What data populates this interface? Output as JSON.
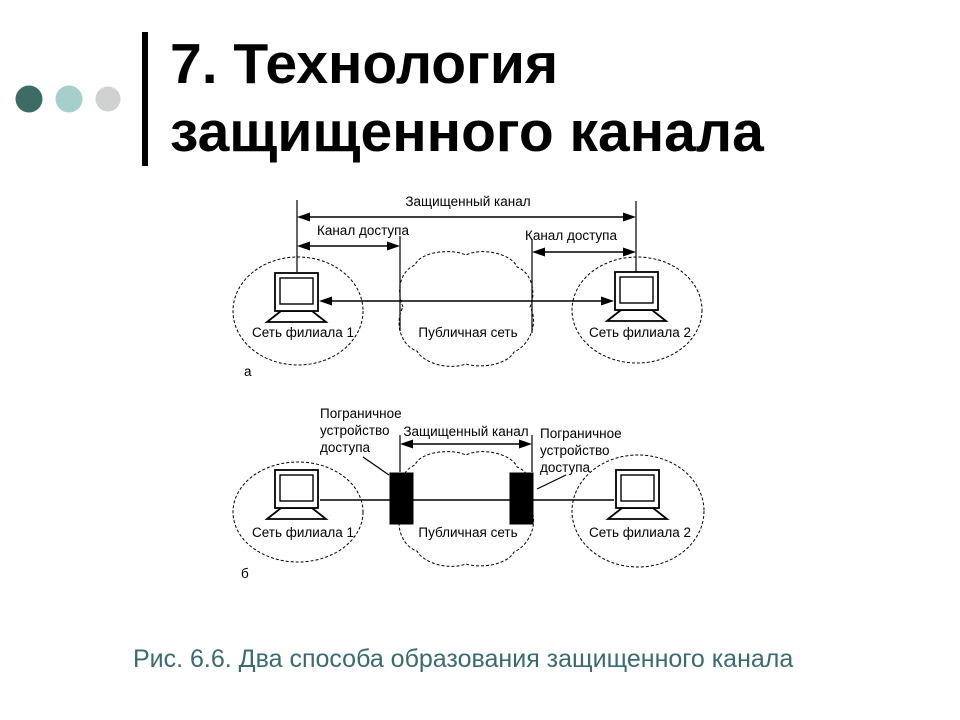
{
  "theme": {
    "background": "#FFFFFF",
    "line_color": "#000000",
    "caption_color": "#3A6B6E",
    "dot_colors": [
      "#3D6C67",
      "#A6CFCC",
      "#CFD2D1"
    ]
  },
  "slide": {
    "title_lines": [
      "7. Технология",
      "защищенного канала"
    ],
    "caption": "Рис. 6.6. Два способа образования защищенного канала"
  },
  "diagram": {
    "variant_a": {
      "marker": "а",
      "secure_channel": "Защищенный канал",
      "access_channel_left": "Канал доступа",
      "access_channel_right": "Канал доступа",
      "branch_network_1": "Сеть филиала 1",
      "public_network": "Публичная сеть",
      "branch_network_2": "Сеть филиала 2"
    },
    "variant_b": {
      "marker": "б",
      "secure_channel": "Защищенный канал",
      "border_device_left": [
        "Пограничное",
        "устройство",
        "доступа"
      ],
      "border_device_right": [
        "Пограничное",
        "устройство",
        "доступа"
      ],
      "branch_network_1": "Сеть филиала 1",
      "public_network": "Публичная сеть",
      "branch_network_2": "Сеть филиала 2"
    }
  }
}
